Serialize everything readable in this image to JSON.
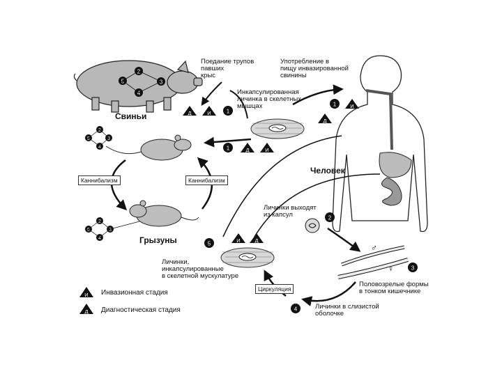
{
  "labels": {
    "pigs": "Свиньи",
    "rodents": "Грызуны",
    "human": "Человек",
    "cannibalism_left": "Каннибализм",
    "cannibalism_right": "Каннибализм",
    "eating_rats": "Поедание трупов\nпавших\nкрыс",
    "eating_pork": "Употребление в\nпищу инвазированной\nсвинины",
    "encapsulated_top": "Инкапсулированная\nличинка в скелетных\nмышцах",
    "larvae_exit": "Личинки выходят\nиз капсул",
    "adult_forms": "Половозрелые формы\nв тонком кишечнике",
    "larvae_mucosa": "Личинки в слизистой\nоболочке",
    "encapsulated_bottom": "Личинки,\nинкапсулированные\nв скелетной мускулатуре",
    "circulation": "Циркуляция"
  },
  "markers": {
    "i": "И",
    "d": "Д",
    "n1": "1",
    "n2": "2",
    "n3": "3",
    "n4": "4",
    "n5": "5"
  },
  "symbols": {
    "male": "♂",
    "female": "♀"
  },
  "legend": {
    "infective": "Инвазионная стадия",
    "diagnostic": "Диагностическая стадия"
  }
}
